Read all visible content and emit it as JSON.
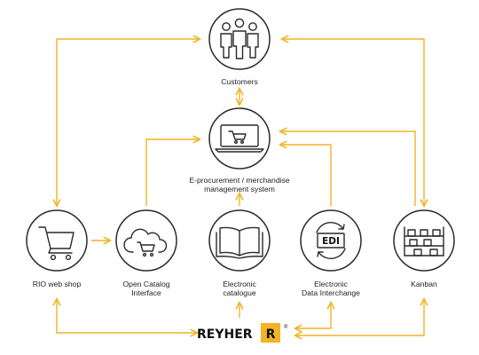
{
  "nodes": {
    "customers": {
      "label": "Customers"
    },
    "eproc": {
      "label_line1": "E-procurement / merchandise",
      "label_line2": "management system"
    },
    "webshop": {
      "label": "RIO web shop"
    },
    "oci": {
      "label_line1": "Open Catalog",
      "label_line2": "Interface"
    },
    "ecat": {
      "label_line1": "Electronic",
      "label_line2": "catalogue"
    },
    "edi": {
      "label_line1": "Electronic",
      "label_line2": "Data Interchange",
      "icon_text": "EDI"
    },
    "kanban": {
      "label": "Kanban"
    }
  },
  "brand": {
    "name": "REYHER",
    "mark": "R",
    "registered": "®"
  },
  "colors": {
    "arrow": "#f2b325",
    "outline": "#2a2a2a",
    "brand_mark": "#f2b325"
  },
  "icons": {
    "customers": "people-group-icon",
    "eproc": "laptop-cart-icon",
    "webshop": "shopping-cart-icon",
    "oci": "cloud-cart-icon",
    "ecat": "open-book-icon",
    "edi": "edi-cycle-icon",
    "kanban": "shelving-icon"
  }
}
